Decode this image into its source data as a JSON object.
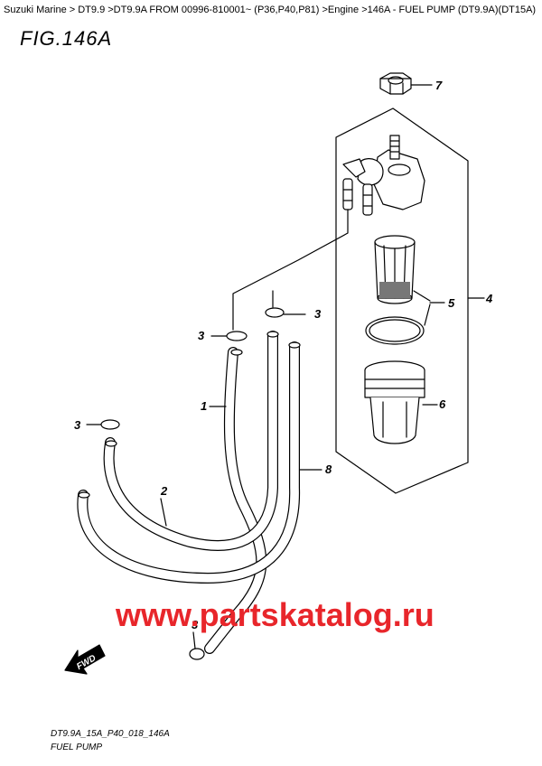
{
  "breadcrumb": "Suzuki Marine > DT9.9 >DT9.9A FROM 00996-810001~ (P36,P40,P81) >Engine >146A - FUEL PUMP (DT9.9A)(DT15A) >",
  "figure_title": "FIG.146A",
  "callouts": {
    "c1": "1",
    "c2": "2",
    "c3a": "3",
    "c3b": "3",
    "c3c": "3",
    "c3d": "3",
    "c4": "4",
    "c5": "5",
    "c6": "6",
    "c7": "7",
    "c8": "8"
  },
  "watermark": "www.partskatalog.ru",
  "fwd_label": "FWD",
  "footer": {
    "code": "DT9.9A_15A_P40_018_146A",
    "name": "FUEL PUMP"
  },
  "colors": {
    "watermark": "#e8262b",
    "lines": "#000000"
  }
}
